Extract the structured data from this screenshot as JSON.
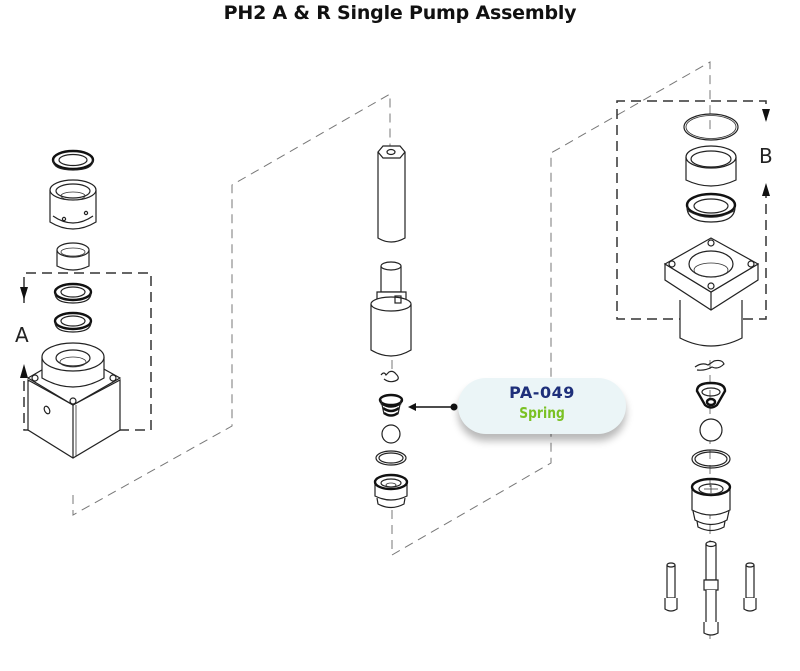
{
  "title": "PH2 A & R Single Pump Assembly",
  "labels": {
    "section_a": "A",
    "section_b": "B"
  },
  "callout": {
    "part_number": "PA-049",
    "part_name": "Spring",
    "part_number_color": "#1e2f7a",
    "part_name_color": "#7ac123",
    "background_color": "#ebf5f7"
  },
  "components": {
    "left_group": [
      "seal ring",
      "packing nut",
      "bushing",
      "seal",
      "seal",
      "pump housing block"
    ],
    "middle_group": [
      "plunger rod",
      "piston",
      "retainer clip",
      "spring",
      "check ball",
      "o-ring",
      "valve seat"
    ],
    "right_group": [
      "o-ring",
      "bushing",
      "seal",
      "flange housing",
      "retainer clip",
      "valve cage",
      "check ball",
      "o-ring",
      "inlet valve body",
      "bolts"
    ]
  }
}
